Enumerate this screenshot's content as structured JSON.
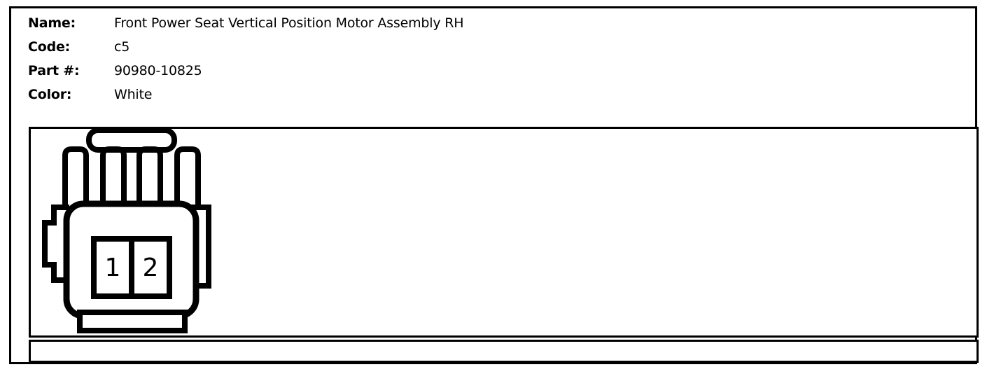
{
  "sheet": {
    "border_color": "#000000",
    "background_color": "#ffffff"
  },
  "spec": {
    "rows": [
      {
        "label": "Name:",
        "value": "Front Power Seat Vertical Position Motor Assembly RH"
      },
      {
        "label": "Code:",
        "value": "c5"
      },
      {
        "label": "Part #:",
        "value": "90980-10825"
      },
      {
        "label": "Color:",
        "value": "White"
      }
    ]
  },
  "diagram": {
    "title": "connector-face-view",
    "line_color": "#000000",
    "fill_color": "#ffffff",
    "cavity_count": 2,
    "cavities": [
      {
        "number": "1"
      },
      {
        "number": "2"
      }
    ]
  },
  "footer": {
    "text": ""
  }
}
